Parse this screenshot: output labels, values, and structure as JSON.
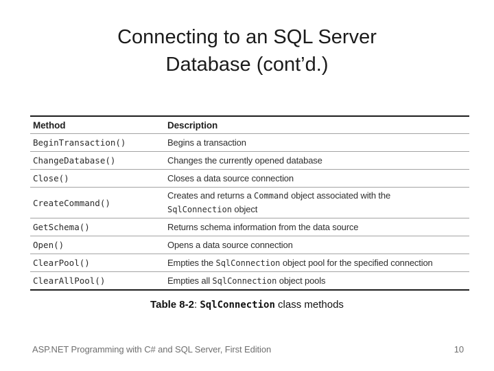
{
  "slide": {
    "title_line1": "Connecting to an SQL Server",
    "title_line2": "Database (cont’d.)",
    "footer_left": "ASP.NET Programming with C# and SQL Server, First Edition",
    "footer_page": "10"
  },
  "table": {
    "headers": [
      "Method",
      "Description"
    ],
    "rows": [
      {
        "method": "BeginTransaction()",
        "description": [
          {
            "t": "Begins a transaction"
          }
        ]
      },
      {
        "method": "ChangeDatabase()",
        "description": [
          {
            "t": "Changes the currently opened database"
          }
        ]
      },
      {
        "method": "Close()",
        "description": [
          {
            "t": "Closes a data source connection"
          }
        ]
      },
      {
        "method": "CreateCommand()",
        "description": [
          {
            "t": "Creates and returns a "
          },
          {
            "t": "Command",
            "code": true
          },
          {
            "t": " object associated with the"
          },
          {
            "br": true
          },
          {
            "t": "SqlConnection",
            "code": true
          },
          {
            "t": " object"
          }
        ]
      },
      {
        "method": "GetSchema()",
        "description": [
          {
            "t": "Returns schema information from the data source"
          }
        ]
      },
      {
        "method": "Open()",
        "description": [
          {
            "t": "Opens a data source connection"
          }
        ]
      },
      {
        "method": "ClearPool()",
        "description": [
          {
            "t": "Empties the "
          },
          {
            "t": "SqlConnection",
            "code": true
          },
          {
            "t": " object pool for the specified connection"
          }
        ]
      },
      {
        "method": "ClearAllPool()",
        "description": [
          {
            "t": "Empties all "
          },
          {
            "t": "SqlConnection",
            "code": true
          },
          {
            "t": " object pools"
          }
        ]
      }
    ]
  },
  "caption": {
    "prefix": "Table 8-2",
    "separator": ": ",
    "code": "SqlConnection",
    "suffix": " class methods"
  },
  "colors": {
    "title_text": "#1b1b1b",
    "body_text": "#2e2e2e",
    "footer_text": "#6e6e6e",
    "table_border_dark": "#1d1d1d",
    "table_border_light": "#a3a3a3"
  }
}
